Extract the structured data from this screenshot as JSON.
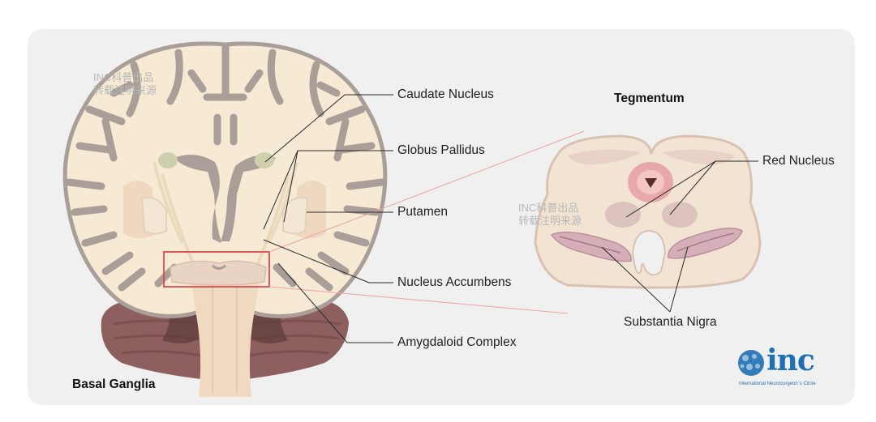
{
  "titles": {
    "basal_ganglia": "Basal Ganglia",
    "tegmentum": "Tegmentum"
  },
  "labels": {
    "caudate": "Caudate Nucleus",
    "globus": "Globus Pallidus",
    "putamen": "Putamen",
    "accumbens": "Nucleus Accumbens",
    "amygdaloid": "Amygdaloid Complex",
    "red_nucleus": "Red Nucleus",
    "substantia": "Substantia Nigra"
  },
  "watermark": {
    "line1": "INC科普出品",
    "line2": "转载注明来源"
  },
  "logo": {
    "text": "inc",
    "tagline": "International Neurosurgeon`s Circle"
  },
  "colors": {
    "background_panel": "#f0f0f0",
    "white_matter": "#f7ead4",
    "gray_matter": "#a99e98",
    "cerebellum": "#8e5f5f",
    "nucleus": "#e9d3c2",
    "highlight_box": "#e04848",
    "logo_blue": "#1f6fb2"
  }
}
